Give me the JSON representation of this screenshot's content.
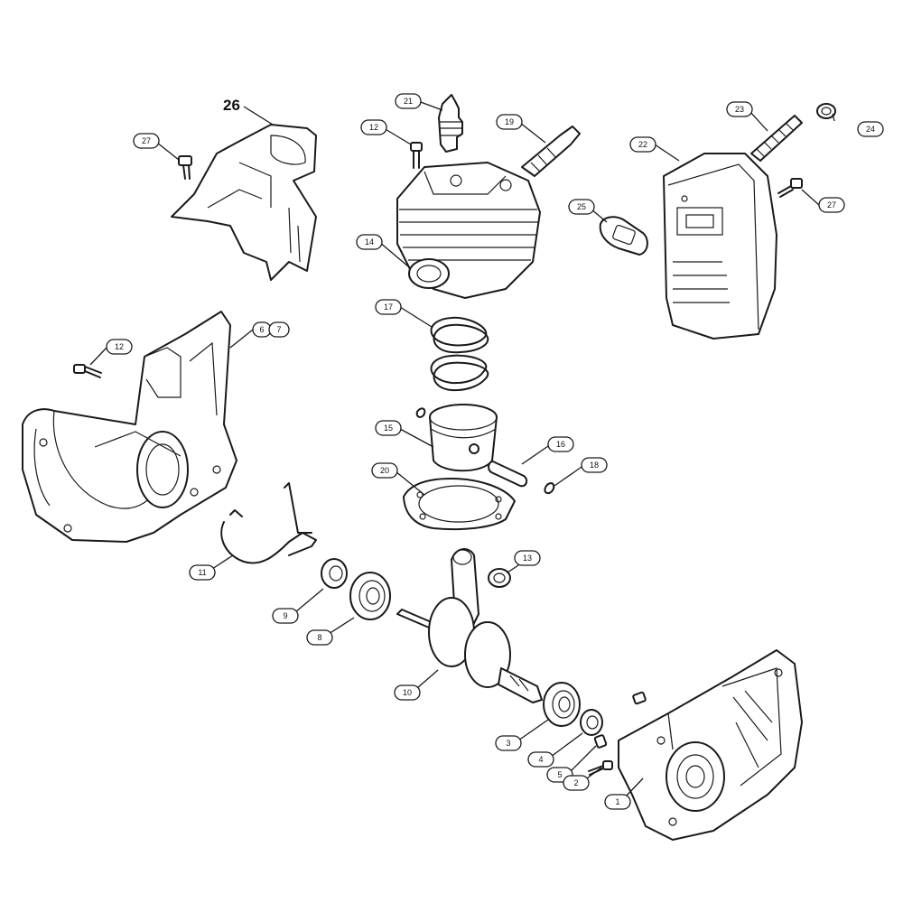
{
  "title_label": "26",
  "callouts": {
    "c1": "1",
    "c2": "2",
    "c3": "3",
    "c4": "4",
    "c5": "5",
    "c6": "6",
    "c7": "7",
    "c8": "8",
    "c9": "9",
    "c10": "10",
    "c11": "11",
    "c12a": "12",
    "c12b": "12",
    "c13": "13",
    "c14": "14",
    "c15": "15",
    "c16": "16",
    "c17": "17",
    "c18": "18",
    "c19": "19",
    "c20": "20",
    "c21": "21",
    "c22": "22",
    "c23": "23",
    "c24": "24",
    "c25": "25",
    "c27a": "27",
    "c27b": "27"
  }
}
